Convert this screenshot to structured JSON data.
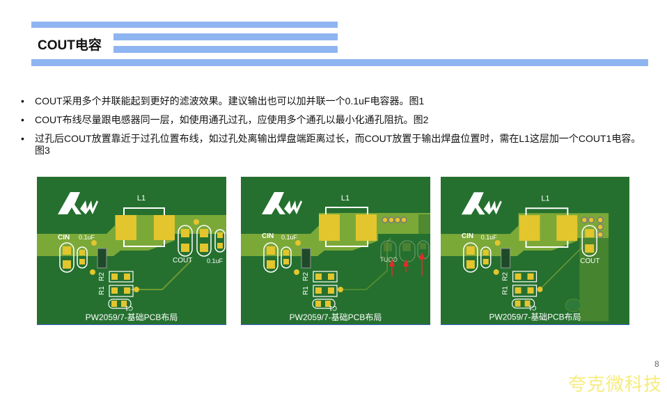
{
  "header": {
    "title": "COUT电容"
  },
  "bullets": [
    "COUT采用多个并联能起到更好的滤波效果。建议输出也可以加并联一个0.1uF电容器。图1",
    "COUT布线尽量跟电感器同一层，如使用通孔过孔，应使用多个通孔以最小化通孔阻抗。图2",
    "过孔后COUT放置靠近于过孔位置布线，如过孔处离输出焊盘端距离过长，而COUT放置于输出焊盘位置时，需在L1这层加一个COUT1电容。图3"
  ],
  "bullet_marker": "•",
  "figures": [
    {
      "caption": "PW2059/7-基础PCB布局",
      "l1": "L1",
      "cin": "CIN",
      "cin_cap": "0.1uF",
      "r2": "R2",
      "r1": "R1",
      "c1": "C1",
      "cout": "COUT",
      "cout_cap": "0.1uF"
    },
    {
      "caption": "PW2059/7-基础PCB布局",
      "l1": "L1",
      "cin": "CIN",
      "cin_cap": "0.1uF",
      "r2": "R2",
      "r1": "R1",
      "c1": "C1",
      "cout": "COUT"
    },
    {
      "caption": "PW2059/7-基础PCB布局",
      "l1": "L1",
      "cin": "CIN",
      "cin_cap": "0.1uF",
      "r2": "R2",
      "r1": "R1",
      "c1": "C1",
      "cout": "COUT"
    }
  ],
  "footer": {
    "brand": "夸克微科技",
    "page_number": "8"
  },
  "colors": {
    "pcb": "#25702f",
    "copper": "#8bb33a",
    "pad": "#e3c52e",
    "accent_bar": "#8fb4f2",
    "brand": "#f7ec7d",
    "arrow": "#e8282a"
  }
}
